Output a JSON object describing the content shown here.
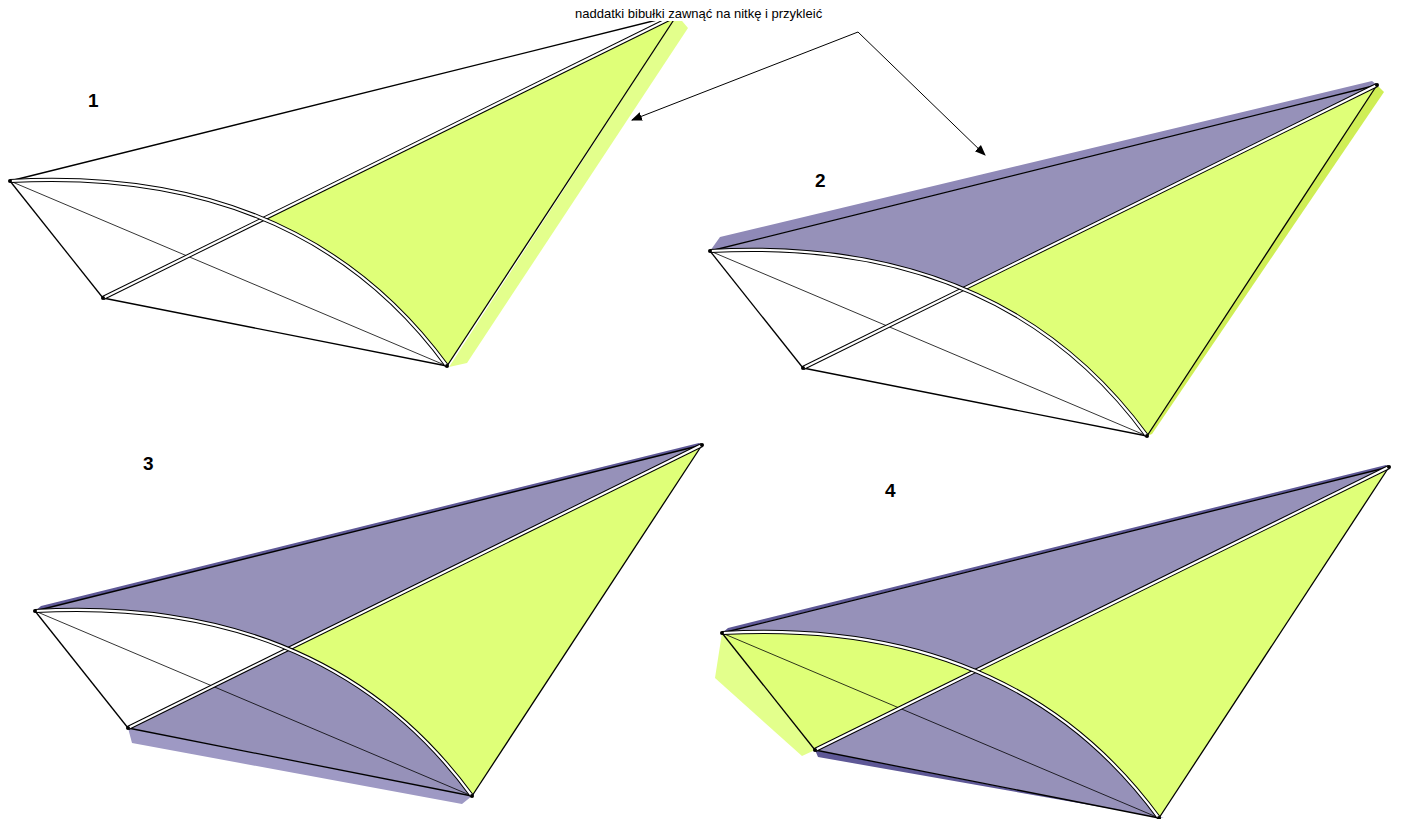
{
  "diagram": {
    "labels": [
      "naddatki bibułki zawnąć na nitkę i przykleić",
      "1",
      "2",
      "3",
      "4"
    ]
  }
}
